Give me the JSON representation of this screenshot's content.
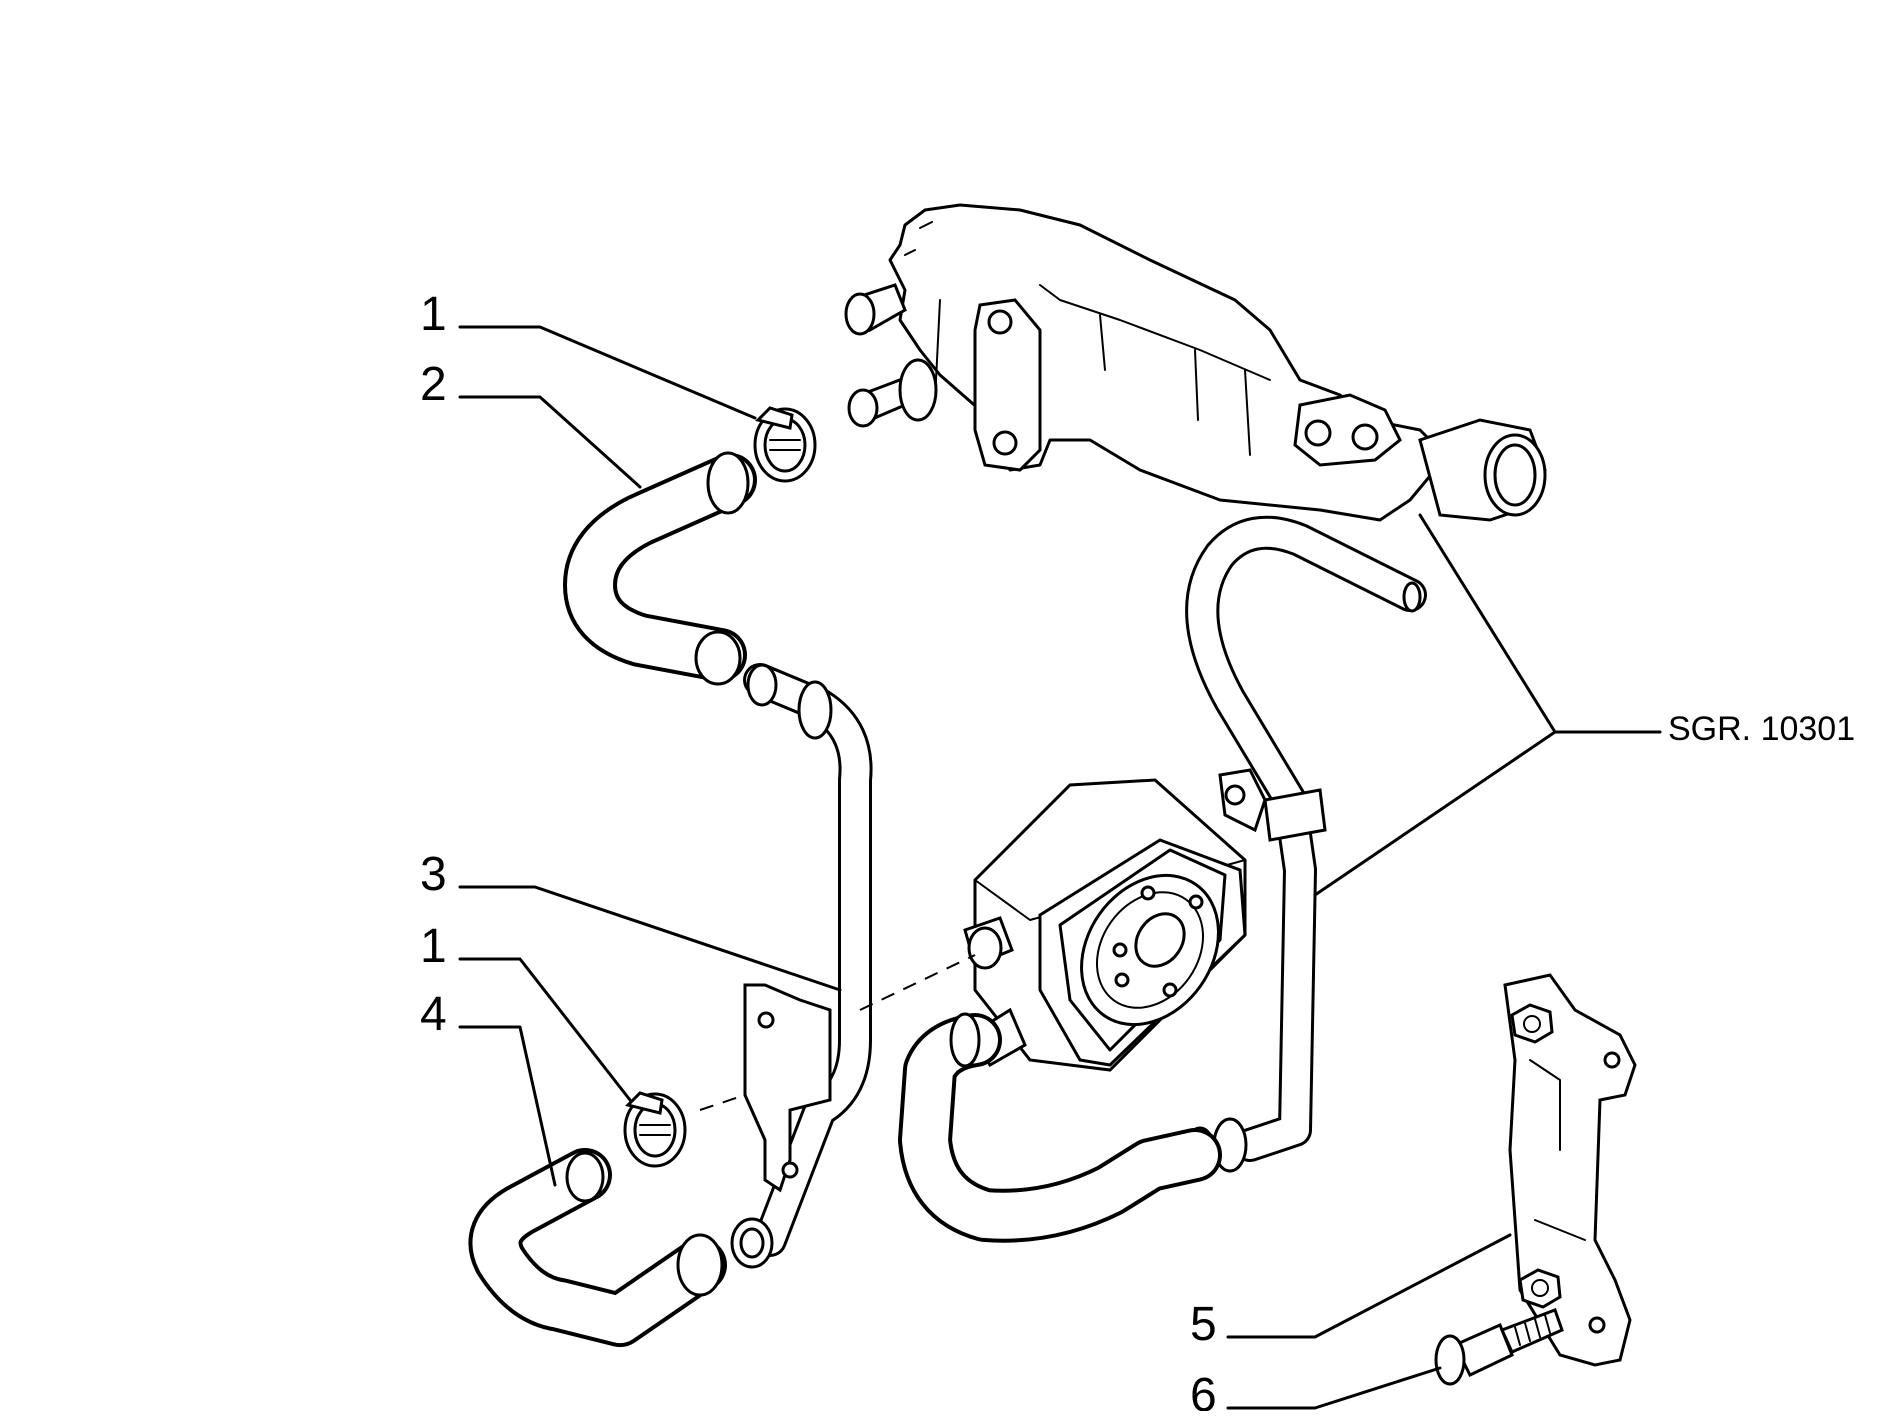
{
  "callouts": {
    "c1a": "1",
    "c2": "2",
    "c3": "3",
    "c1b": "1",
    "c4": "4",
    "c5": "5",
    "c6": "6"
  },
  "reference_code": "SGR. 10301"
}
